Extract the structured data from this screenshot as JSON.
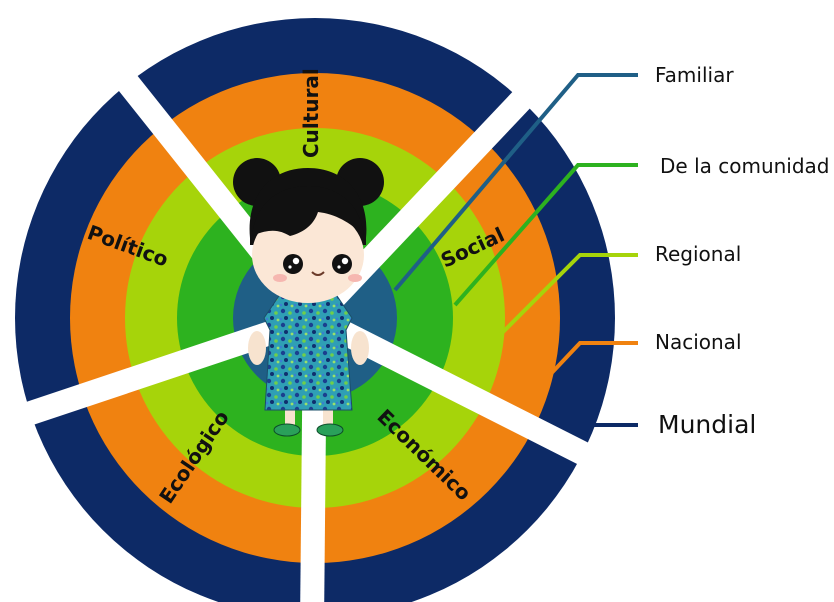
{
  "colors": {
    "mundial": "#0d2a66",
    "nacional": "#f08210",
    "regional": "#a6d40a",
    "comunidad": "#2db21f",
    "familiar": "#1f5f86",
    "background": "#ffffff"
  },
  "rings": [
    {
      "level": "Mundial",
      "color": "#0d2a66"
    },
    {
      "level": "Nacional",
      "color": "#f08210"
    },
    {
      "level": "Regional",
      "color": "#a6d40a"
    },
    {
      "level": "De la comunidad",
      "color": "#2db21f"
    },
    {
      "level": "Familiar",
      "color": "#1f5f86"
    }
  ],
  "sectors": {
    "cultural": "Cultural",
    "social": "Social",
    "economico": "Económico",
    "ecologico": "Ecológico",
    "politico": "Político"
  },
  "legend": {
    "familiar": "Familiar",
    "comunidad": "De la comunidad",
    "regional": "Regional",
    "nacional": "Nacional",
    "mundial": "Mundial"
  },
  "center_figure": "girl-doll-illustration"
}
